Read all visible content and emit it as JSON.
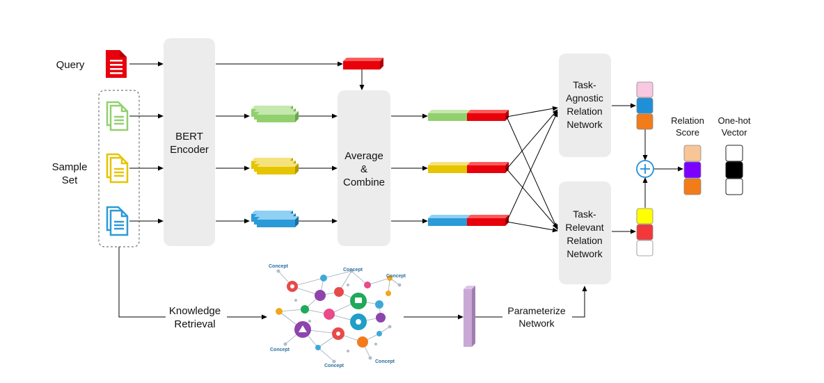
{
  "labels": {
    "query": "Query",
    "sample_set": [
      "Sample",
      "Set"
    ],
    "bert": [
      "BERT",
      "Encoder"
    ],
    "average": [
      "Average",
      "&",
      "Combine"
    ],
    "task_agnostic": [
      "Task-",
      "Agnostic",
      "Relation",
      "Network"
    ],
    "task_relevant": [
      "Task-",
      "Relevant",
      "Relation",
      "Network"
    ],
    "relation_score": [
      "Relation",
      "Score"
    ],
    "one_hot": [
      "One-hot",
      "Vector"
    ],
    "knowledge_retrieval": [
      "Knowledge",
      "Retrieval"
    ],
    "parameterize": [
      "Parameterize",
      "Network"
    ],
    "concept": "Concept"
  },
  "colors": {
    "query": "#e8000b",
    "green": "#92d06f",
    "yellow": "#e6c400",
    "blue": "#2a9ad8",
    "box": "#ececec",
    "param": "#c9a8d6",
    "agnostic_out": [
      "#f8c8e0",
      "#1e8fd8",
      "#f27b1a"
    ],
    "relevant_out": [
      "#ffff00",
      "#f2383a",
      "#ffffff"
    ],
    "score": [
      "#f7c596",
      "#7b00ff",
      "#f27b1a"
    ],
    "onehot": [
      "#ffffff",
      "#000000",
      "#ffffff"
    ]
  },
  "icons": [
    "document-icon",
    "documents-icon",
    "plus-circle-icon",
    "knowledge-graph-icon"
  ]
}
